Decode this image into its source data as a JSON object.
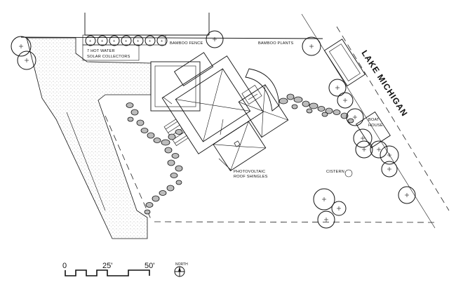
{
  "labels": {
    "bamboo_fence": "BAMBOO FENCE",
    "bamboo_plants": "BAMBOO PLANTS",
    "solar_line1": "7 HOT WATER",
    "solar_line2": "SOLAR COLLECTORS",
    "lake": "LAKE MICHIGAN",
    "boat_line1": "BOAT",
    "boat_line2": "HOUSE",
    "cistern": "CISTERN",
    "pv_line1": "PHOTOVOLTAIC",
    "pv_line2": "ROOF SHINGLES",
    "north": "NORTH"
  },
  "scale_bar": {
    "tick0": "0",
    "tick25": "25'",
    "tick50": "50'"
  },
  "colors": {
    "ink": "#111111",
    "paving": "#9a9a9a",
    "stone": "#bcbcbc"
  },
  "icons": [
    "north-arrow-icon",
    "tree-symbol-icon"
  ]
}
